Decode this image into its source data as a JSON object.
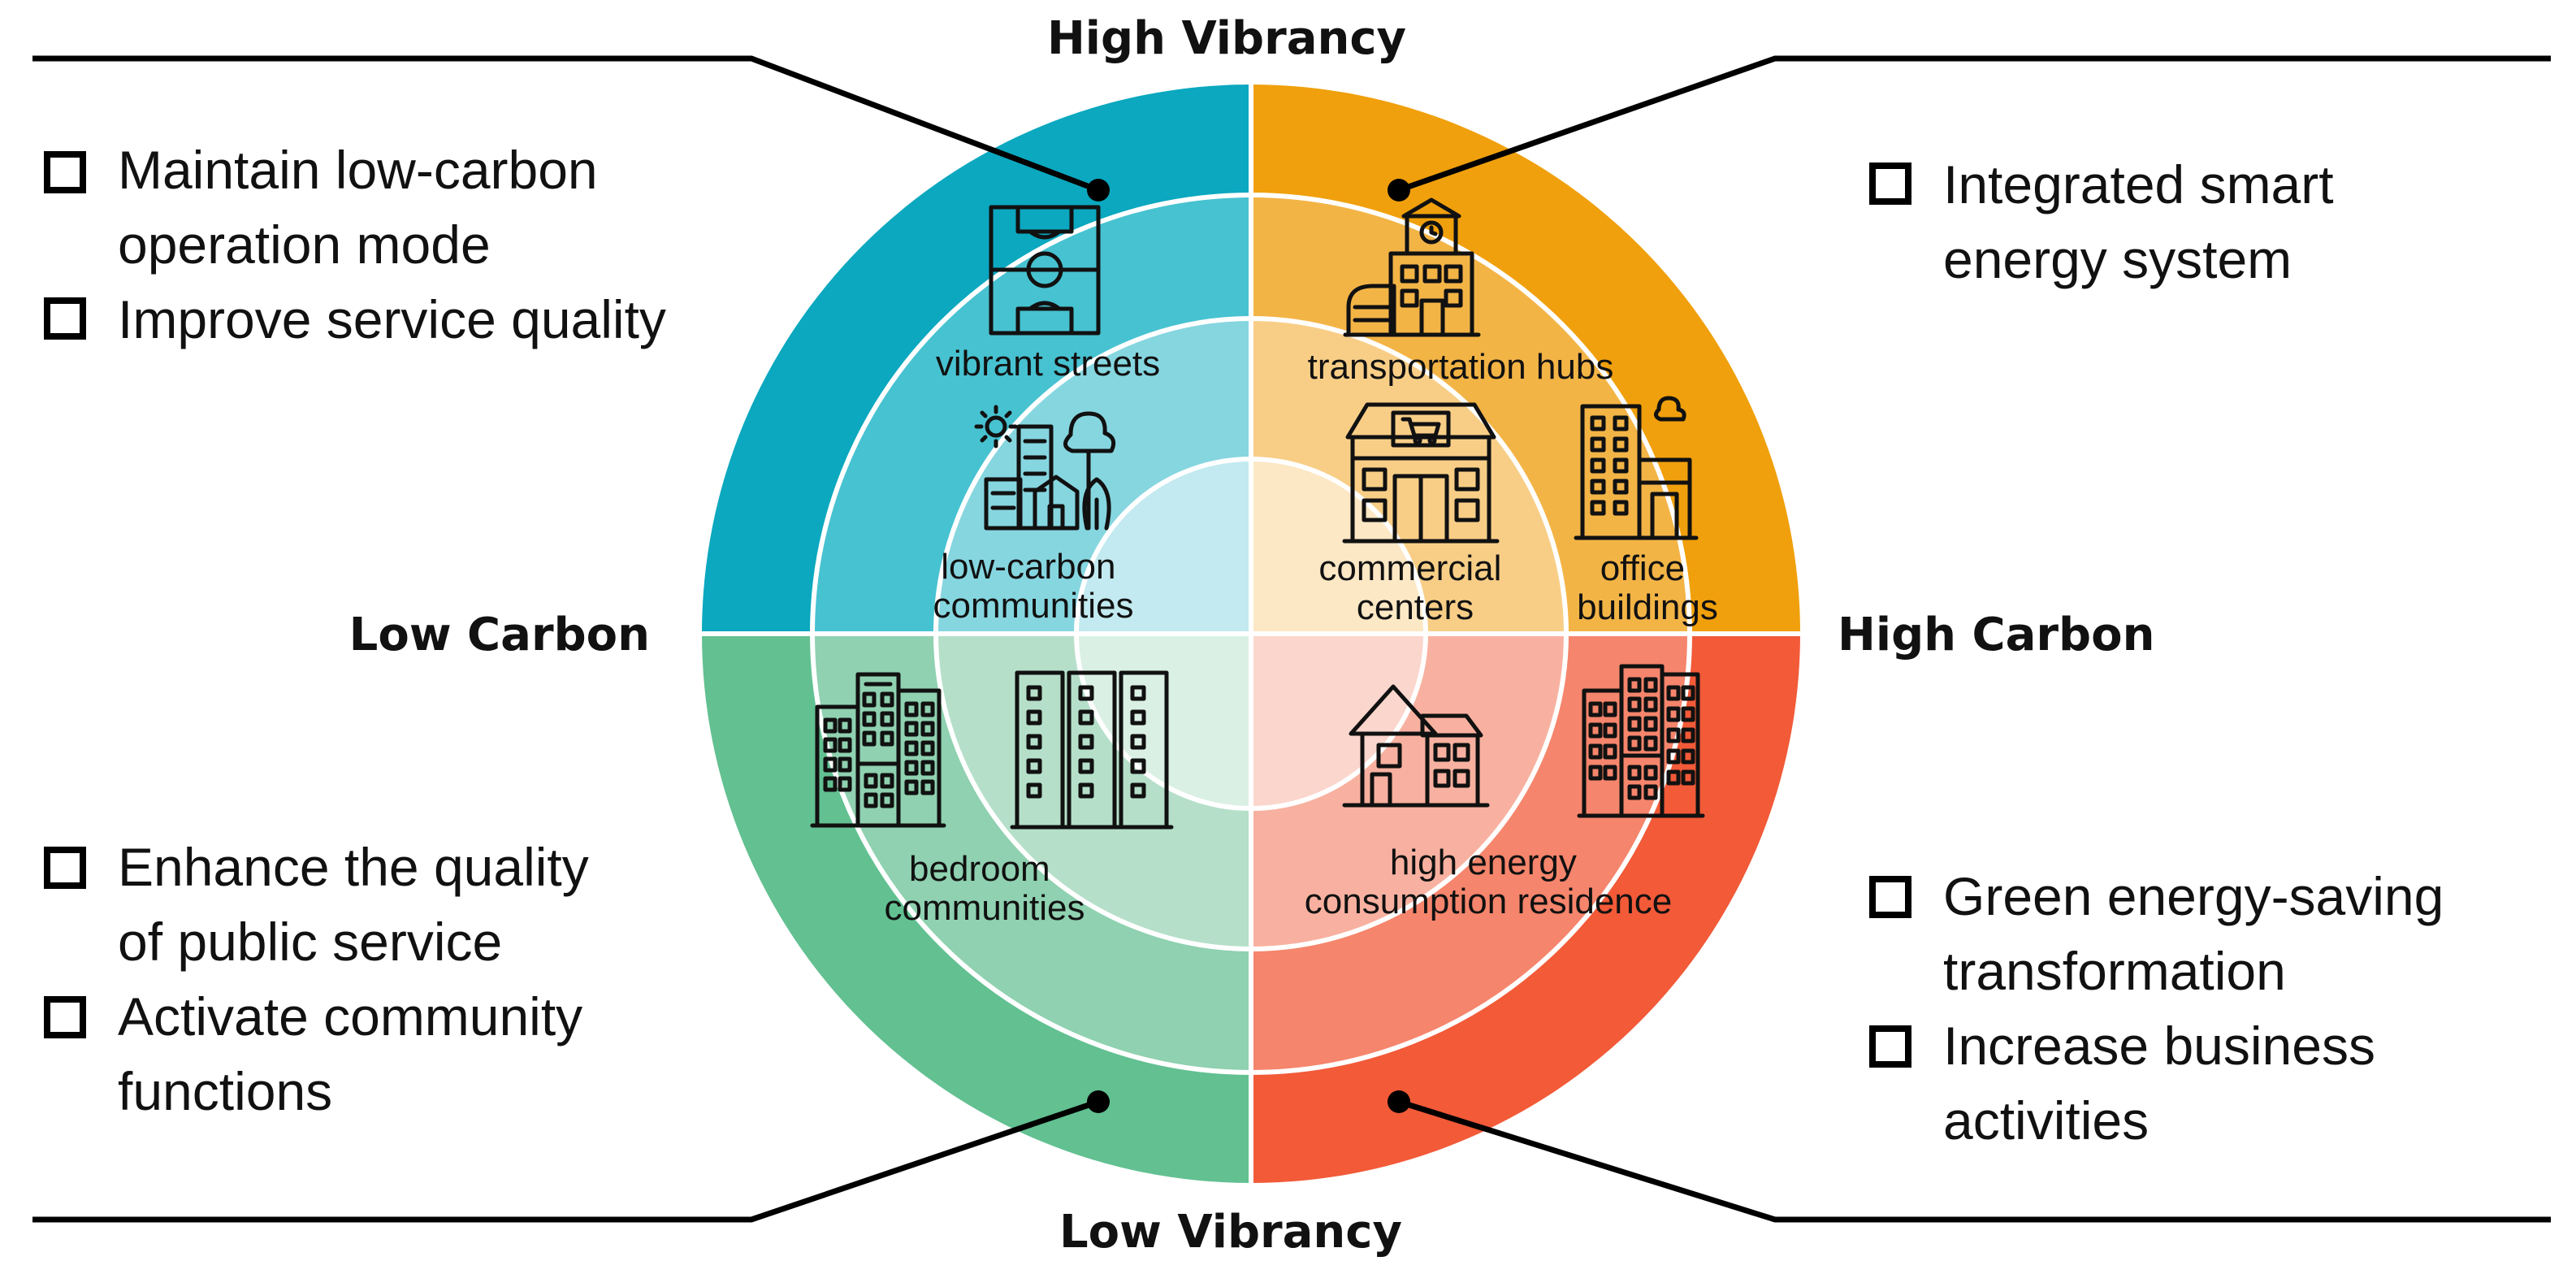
{
  "axes": {
    "top": "High Vibrancy",
    "bottom": "Low Vibrancy",
    "left": "Low Carbon",
    "right": "High Carbon"
  },
  "quadrants": {
    "top_left": {
      "colors": {
        "outer": "#0BA8BF",
        "middle": "#47C2D1",
        "inner": "#86D6E0",
        "core": "#C2EAF0"
      },
      "actions": [
        {
          "lines": [
            "Maintain low-carbon",
            "operation mode"
          ]
        },
        {
          "lines": [
            "Improve service quality"
          ]
        }
      ]
    },
    "top_right": {
      "colors": {
        "outer": "#F0A00C",
        "middle": "#F3B446",
        "inner": "#F8CE87",
        "core": "#FCE8C4"
      },
      "actions": [
        {
          "lines": [
            "Integrated smart",
            "energy system"
          ]
        }
      ]
    },
    "bottom_left": {
      "colors": {
        "outer": "#62C091",
        "middle": "#8FD1B0",
        "inner": "#B5DFC9",
        "core": "#DAF0E4"
      },
      "actions": [
        {
          "lines": [
            "Enhance the quality",
            "of public service"
          ]
        },
        {
          "lines": [
            "Activate community",
            "functions"
          ]
        }
      ]
    },
    "bottom_right": {
      "colors": {
        "outer": "#F25A38",
        "middle": "#F5856C",
        "inner": "#F8B1A0",
        "core": "#FBD6CD"
      },
      "actions": [
        {
          "lines": [
            "Green energy-saving",
            "transformation"
          ]
        },
        {
          "lines": [
            "Increase business",
            "activities"
          ]
        }
      ]
    }
  },
  "zones": {
    "vibrant_streets": {
      "lines": [
        "vibrant streets"
      ],
      "icon": "football-field-icon"
    },
    "low_carbon_communities": {
      "lines": [
        "low-carbon",
        "communities"
      ],
      "icon": "green-city-icon"
    },
    "transportation_hubs": {
      "lines": [
        "transportation hubs"
      ],
      "icon": "train-station-icon"
    },
    "commercial_centers": {
      "lines": [
        "commercial",
        "centers"
      ],
      "icon": "shopping-mall-icon"
    },
    "office_buildings": {
      "lines": [
        "office",
        "buildings"
      ],
      "icon": "office-building-icon"
    },
    "bedroom_communities": {
      "lines": [
        "bedroom",
        "communities"
      ],
      "icon": "apartment-blocks-icon"
    },
    "high_energy_residence": {
      "lines": [
        "high energy",
        "consumption residence"
      ],
      "icon": "house-icon"
    }
  },
  "colors": {
    "divider": "#ffffff",
    "callout_line": "#000000",
    "text": "#111111"
  }
}
